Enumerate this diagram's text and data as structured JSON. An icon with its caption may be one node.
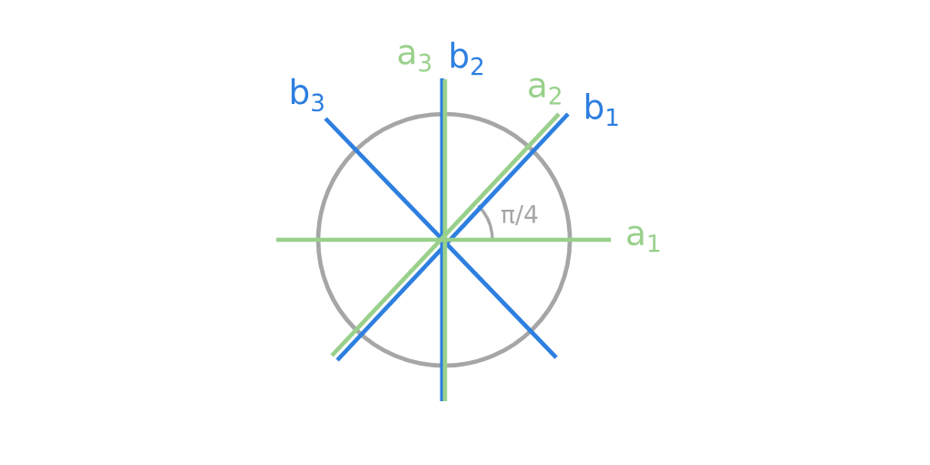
{
  "diagram": {
    "labels": [
      "a$_{3}$",
      "b$_{2}$",
      "b$_{3}$",
      "a$_{2}$",
      "b$_{1}$",
      "π/4",
      "a$_{1}$"
    ]
  }
}
